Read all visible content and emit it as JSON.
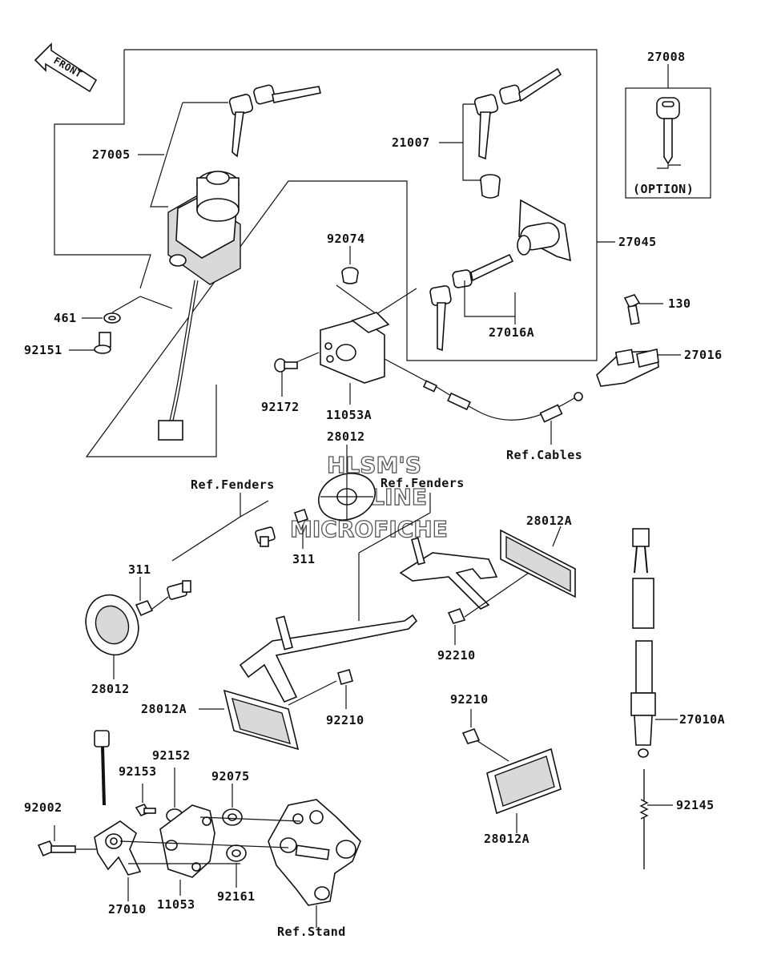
{
  "front_arrow": "FRONT",
  "watermark": [
    "HLSM'S",
    "ONLINE",
    "MICROFICHE"
  ],
  "labels": {
    "p27008": "27008",
    "option": "(OPTION)",
    "p27005": "27005",
    "p21007": "21007",
    "p27045": "27045",
    "p92074": "92074",
    "p130": "130",
    "p27016A": "27016A",
    "p27016": "27016",
    "p461": "461",
    "p92151": "92151",
    "p92172": "92172",
    "p11053A": "11053A",
    "p28012_top": "28012",
    "ref_cables": "Ref.Cables",
    "ref_fenders_left": "Ref.Fenders",
    "ref_fenders_right": "Ref.Fenders",
    "p28012A_right": "28012A",
    "p311_upper": "311",
    "p311_left": "311",
    "p92210_mid": "92210",
    "p28012_bottom": "28012",
    "p28012A_left": "28012A",
    "p92210_lower": "92210",
    "p92210_right": "92210",
    "p27010A": "27010A",
    "p92152": "92152",
    "p92153": "92153",
    "p92075": "92075",
    "p92002": "92002",
    "p92145": "92145",
    "p28012A_bottom": "28012A",
    "p11053": "11053",
    "p92161": "92161",
    "p27010": "27010",
    "ref_stand": "Ref.Stand"
  }
}
